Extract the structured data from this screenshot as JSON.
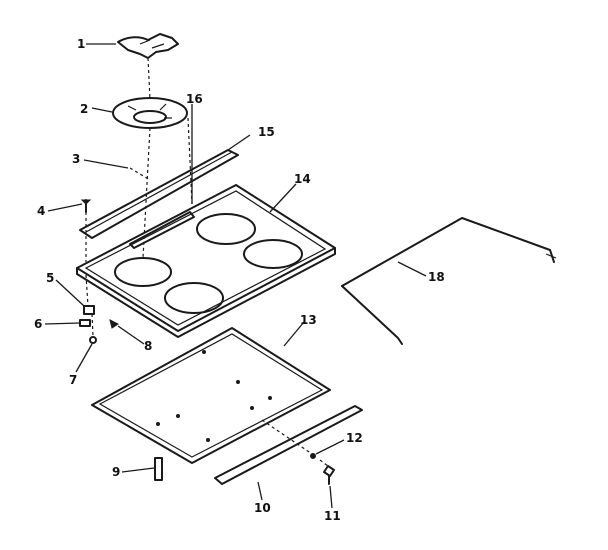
{
  "callouts": {
    "c1": "1",
    "c2": "2",
    "c3": "3",
    "c4": "4",
    "c5": "5",
    "c6": "6",
    "c7": "7",
    "c8": "8",
    "c9": "9",
    "c10": "10",
    "c11": "11",
    "c12": "12",
    "c13": "13",
    "c14": "14",
    "c15": "15",
    "c16": "16",
    "c18": "18"
  },
  "colors": {
    "ink": "#1a1a1a",
    "background": "#ffffff"
  }
}
